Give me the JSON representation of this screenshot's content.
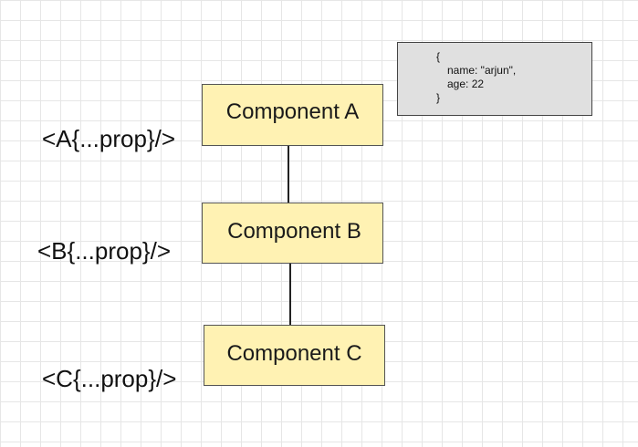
{
  "nodes": [
    {
      "id": "a",
      "label": "Component A",
      "jsx": "<A{...prop}/>"
    },
    {
      "id": "b",
      "label": "Component B",
      "jsx": "<B{...prop}/>"
    },
    {
      "id": "c",
      "label": "Component C",
      "jsx": "<C{...prop}/>"
    }
  ],
  "edges": [
    {
      "from": "Component A",
      "to": "Component B"
    },
    {
      "from": "Component B",
      "to": "Component C"
    }
  ],
  "note": {
    "open": "{",
    "lines": [
      "name: \"arjun\",",
      "age: 22"
    ],
    "close": "}"
  },
  "colors": {
    "node_fill": "#fff2b3",
    "node_border": "#545454",
    "note_fill": "#e0e0e0",
    "grid": "#e6e6e6"
  }
}
